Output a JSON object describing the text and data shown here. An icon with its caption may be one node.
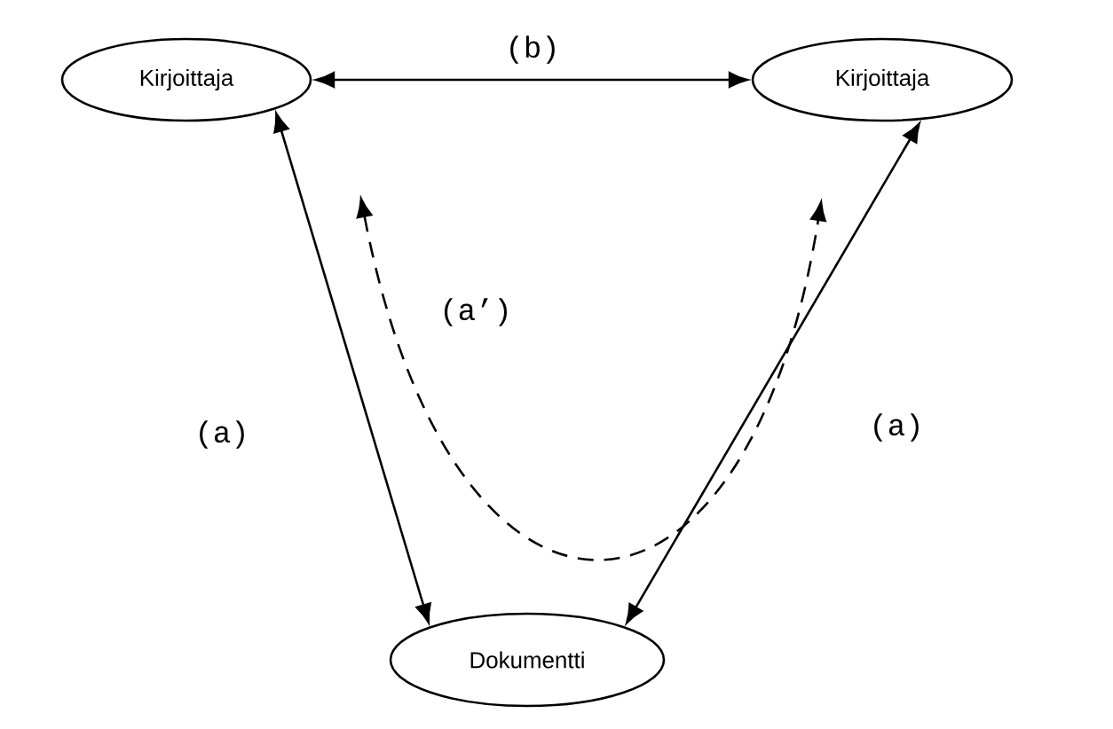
{
  "diagram": {
    "nodes": [
      {
        "text": [
          "Kirjoittaja"
        ]
      },
      {
        "text": [
          "Kirjoittaja"
        ]
      },
      {
        "text": [
          "Dokumentti"
        ]
      }
    ],
    "edges": [
      {
        "from": 0,
        "to": 1,
        "arrow": "both",
        "label": "(b)"
      },
      {
        "from": 0,
        "to": 2,
        "arrow": "both",
        "label": "(a)"
      },
      {
        "from": 1,
        "to": 2,
        "arrow": "both",
        "label": "(a)"
      },
      {
        "from": 0,
        "to": 1,
        "arrow": "both",
        "label": "(a’)",
        "style": "dashed"
      }
    ]
  }
}
